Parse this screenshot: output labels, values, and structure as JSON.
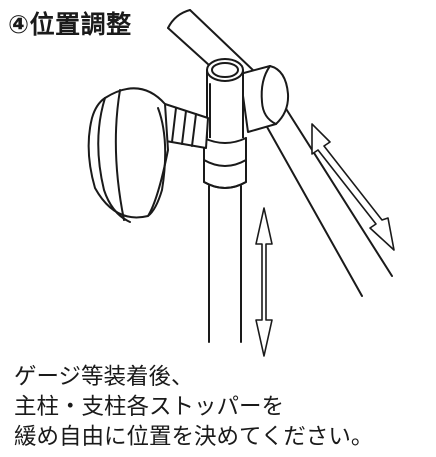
{
  "title": "④位置調整",
  "caption": {
    "line1": "ゲージ等装着後、",
    "line2": "主柱・支柱各ストッパーを",
    "line3": "緩め自由に位置を決めてください。"
  },
  "colors": {
    "stroke": "#1a1a1a",
    "background": "#ffffff"
  }
}
